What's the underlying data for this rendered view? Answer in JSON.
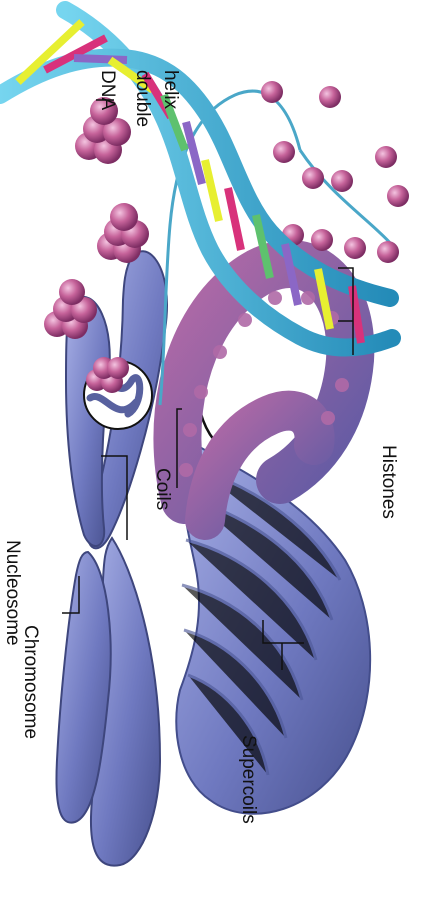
{
  "labels": {
    "dna": "DNA",
    "double": "double",
    "helix": "helix",
    "nucleosome": "Nucleosome",
    "coils": "Coils",
    "histones": "Histones",
    "chromosome": "Chromosome",
    "supercoils": "Supercoils"
  },
  "colors": {
    "chromosome_blue": "#6f79c0",
    "supercoil_blue": "#7e88cc",
    "coil_purple": "#9b66a8",
    "histone_pink": "#c6639a",
    "dna_backbone": "#4bb3d6",
    "dna_yellow": "#e7ef31",
    "dna_magenta": "#d8327b",
    "dna_purple": "#8b67c6",
    "dna_green": "#5ec16e"
  }
}
